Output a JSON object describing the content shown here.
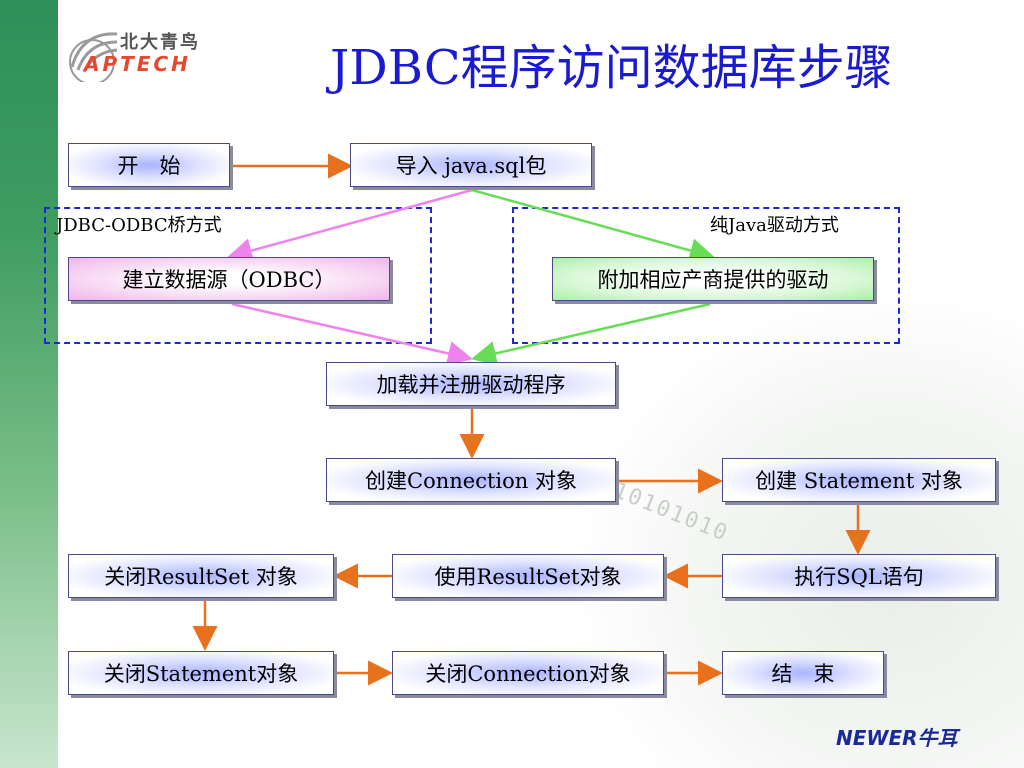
{
  "title": "JDBC程序访问数据库步骤",
  "logo": {
    "cn": "北大青鸟",
    "en": "APTECH"
  },
  "brand": "NEWER牛耳",
  "groups": {
    "left_label": "JDBC-ODBC桥方式",
    "right_label": "纯Java驱动方式"
  },
  "nodes": {
    "start": "开　始",
    "import": "导入  java.sql包",
    "datasource": "建立数据源（ODBC）",
    "vendor_driver": "附加相应产商提供的驱动",
    "load_driver": "加载并注册驱动程序",
    "create_connection": "创建Connection 对象",
    "create_statement": "创建 Statement 对象",
    "execute_sql": "执行SQL语句",
    "use_resultset": "使用ResultSet对象",
    "close_resultset": "关闭ResultSet 对象",
    "close_statement": "关闭Statement对象",
    "close_connection": "关闭Connection对象",
    "end": "结　束"
  },
  "colors": {
    "title": "#1a1ad0",
    "arrow_orange": "#e8711e",
    "arrow_pink": "#ee82ee",
    "arrow_green": "#66dd55",
    "group_border": "#1a2ad0"
  }
}
